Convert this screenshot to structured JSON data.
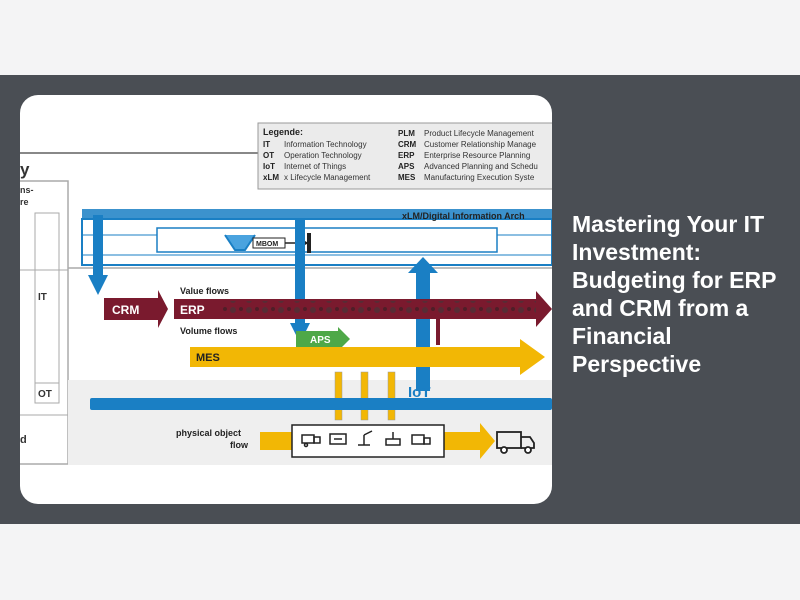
{
  "headline": "Mastering Your IT Investment: Budgeting for ERP and CRM from a Financial Perspective",
  "diagram": {
    "legend": {
      "title": "Legende:",
      "left": [
        {
          "abbr": "IT",
          "desc": "Information Technology"
        },
        {
          "abbr": "OT",
          "desc": "Operation Technology"
        },
        {
          "abbr": "IoT",
          "desc": "Internet of Things"
        },
        {
          "abbr": "xLM",
          "desc": "x Lifecycle Management"
        }
      ],
      "right": [
        {
          "abbr": "PLM",
          "desc": "Product Lifecycle Management"
        },
        {
          "abbr": "CRM",
          "desc": "Customer Relationship Manage"
        },
        {
          "abbr": "ERP",
          "desc": "Enterprise Resource Planning"
        },
        {
          "abbr": "APS",
          "desc": "Advanced Planning and Schedu"
        },
        {
          "abbr": "MES",
          "desc": "Manufacturing Execution Syste"
        }
      ]
    },
    "left_title_fragment": "y",
    "left_sub1": "ns-",
    "left_sub2": "re",
    "left_it": "IT",
    "left_ot": "OT",
    "left_d": "d",
    "xlm_label": "xLM/Digital Information Arch",
    "mbom_label": "MBOM",
    "crm_label": "CRM",
    "erp_label": "ERP",
    "value_flows": "Value flows",
    "volume_flows": "Volume flows",
    "aps_label": "APS",
    "mes_label": "MES",
    "iot_label": "IoT",
    "physical_line1": "physical object",
    "physical_line2": "flow",
    "colors": {
      "blue": "#1a7fc4",
      "erp": "#7a1a2e",
      "mes": "#f2b705",
      "aps": "#4ea848"
    }
  }
}
